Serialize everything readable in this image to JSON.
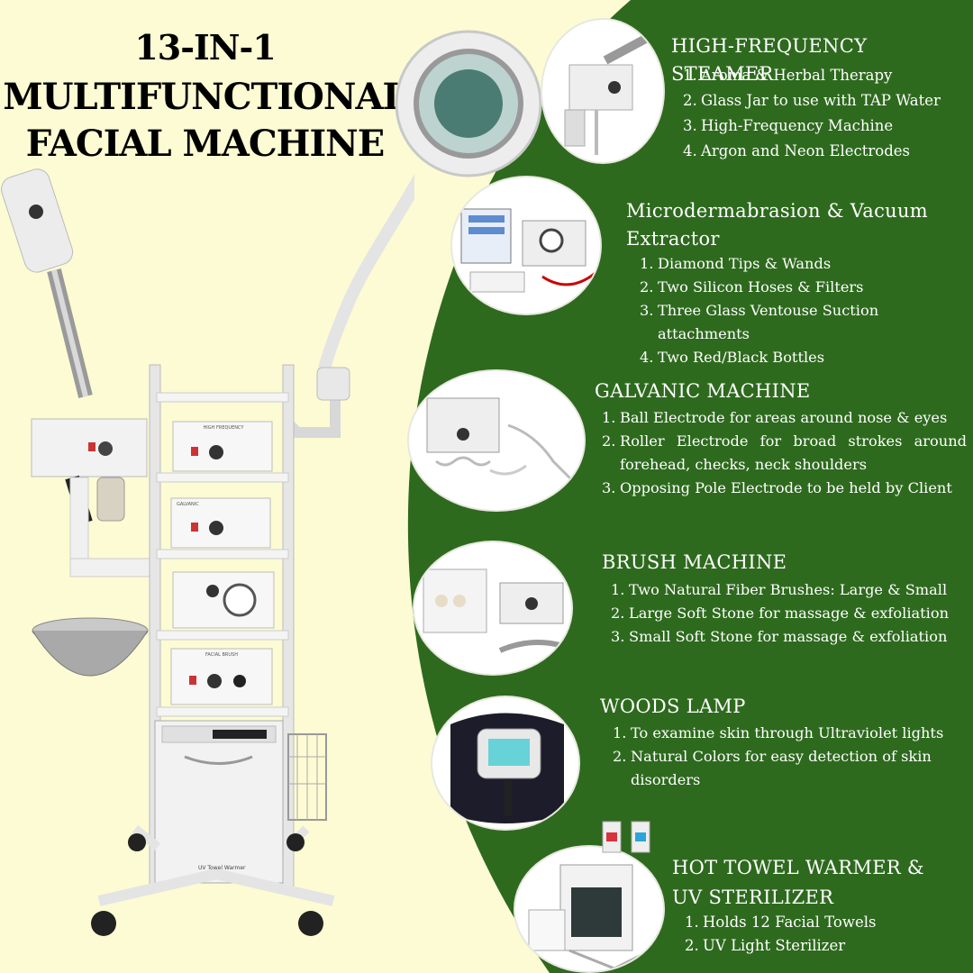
{
  "headline": {
    "line1": "13-IN-1",
    "line2": "MULTIFUNCTIONAL",
    "line3": "FACIAL MACHINE"
  },
  "colors": {
    "background": "#fdfbd3",
    "green_panel": "#2e6a1e",
    "text_light": "#ffffff",
    "text_dark": "#000000"
  },
  "sections": [
    {
      "title": "HIGH-FREQUENCY STEAMER",
      "items": [
        {
          "num": "1.",
          "text": "Aroma & Herbal Therapy"
        },
        {
          "num": "2.",
          "text": "Glass Jar to use with TAP Water"
        },
        {
          "num": "3.",
          "text": "High-Frequency Machine"
        },
        {
          "num": "4.",
          "text": "Argon and  Neon Electrodes"
        }
      ]
    },
    {
      "title": "Microdermabrasion & Vacuum Extractor",
      "items": [
        {
          "num": "1.",
          "text": "Diamond Tips & Wands"
        },
        {
          "num": "2.",
          "text": "Two Silicon Hoses & Filters"
        },
        {
          "num": "3.",
          "text": "Three Glass Ventouse Suction attachments"
        },
        {
          "num": "4.",
          "text": "Two Red/Black Bottles"
        }
      ]
    },
    {
      "title": "GALVANIC MACHINE",
      "items": [
        {
          "num": "1.",
          "text": "Ball Electrode for areas around nose & eyes"
        },
        {
          "num": "2.",
          "text": "Roller Electrode for broad strokes around forehead, checks, neck shoulders"
        },
        {
          "num": "3.",
          "text": "Opposing Pole Electrode to be held by Client"
        }
      ]
    },
    {
      "title": "BRUSH MACHINE",
      "items": [
        {
          "num": "1.",
          "text": "Two Natural Fiber Brushes: Large & Small"
        },
        {
          "num": "2.",
          "text": "Large Soft Stone for massage & exfoliation"
        },
        {
          "num": "3.",
          "text": "Small Soft Stone for massage & exfoliation"
        }
      ]
    },
    {
      "title": "WOODS LAMP",
      "items": [
        {
          "num": "1.",
          "text": "To examine skin through Ultraviolet lights"
        },
        {
          "num": "2.",
          "text": "Natural Colors for easy detection of skin disorders"
        }
      ]
    },
    {
      "title": "HOT TOWEL WARMER & UV STERILIZER",
      "items": [
        {
          "num": "1.",
          "text": "Holds 12 Facial Towels"
        },
        {
          "num": "2.",
          "text": "UV Light Sterilizer"
        }
      ]
    }
  ],
  "machine_labels": {
    "high_frequency": "HIGH FREQUENCY",
    "galvanic": "GALVANIC",
    "facial_brush": "FACIAL BRUSH",
    "uv_warmer": "UV Towel Warmer"
  }
}
